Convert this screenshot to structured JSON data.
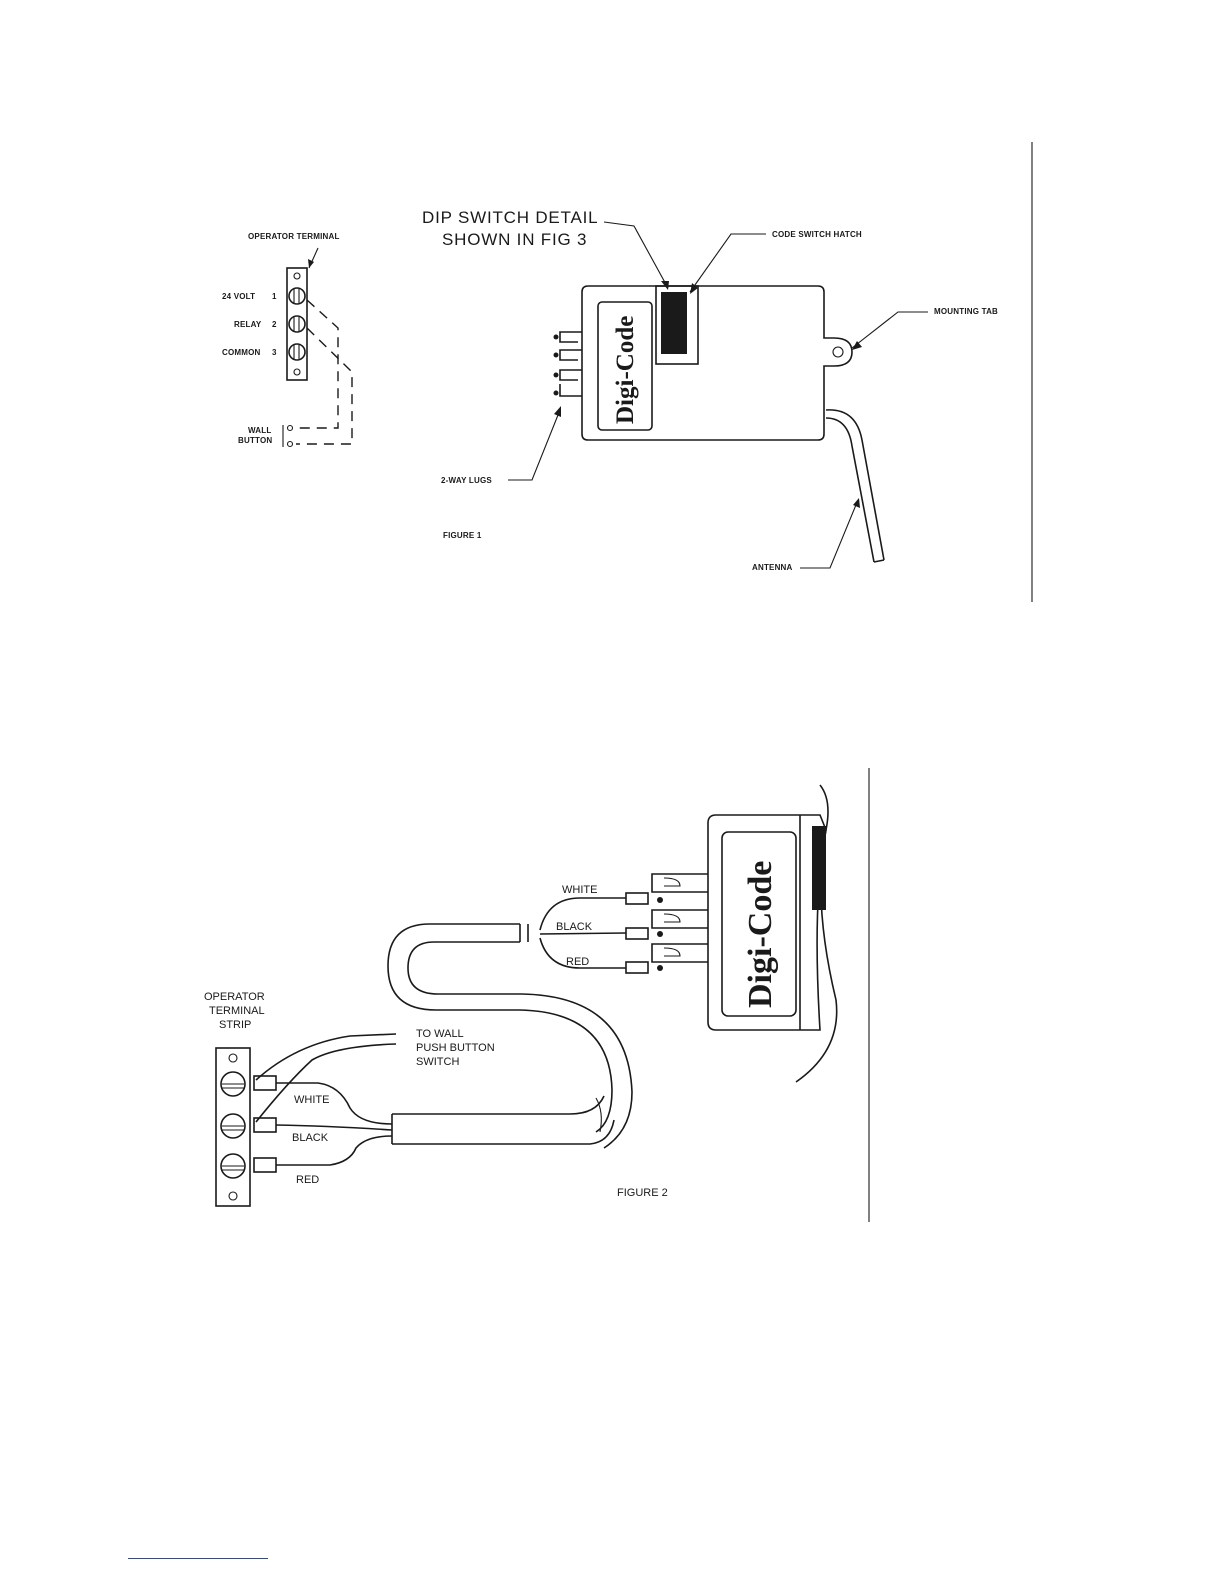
{
  "figure1": {
    "caption": "FIGURE 1",
    "operator_terminal": "OPERATOR TERMINAL",
    "terminals": [
      {
        "name": "24 VOLT",
        "num": "1"
      },
      {
        "name": "RELAY",
        "num": "2"
      },
      {
        "name": "COMMON",
        "num": "3"
      }
    ],
    "wall_button": [
      "WALL",
      "BUTTON"
    ],
    "dip_switch": [
      "DIP SWITCH DETAIL",
      "SHOWN IN FIG 3"
    ],
    "code_switch_hatch": "CODE SWITCH HATCH",
    "mounting_tab": "MOUNTING TAB",
    "two_way_lugs": "2-WAY LUGS",
    "antenna": "ANTENNA",
    "brand": "Digi-Code"
  },
  "figure2": {
    "caption": "FIGURE 2",
    "terminal_strip": [
      "OPERATOR",
      "TERMINAL",
      "STRIP"
    ],
    "to_wall": [
      "TO WALL",
      "PUSH BUTTON",
      "SWITCH"
    ],
    "wires_receiver": [
      "WHITE",
      "BLACK",
      "RED"
    ],
    "wires_terminal": [
      "WHITE",
      "BLACK",
      "RED"
    ],
    "brand": "Digi-Code"
  }
}
